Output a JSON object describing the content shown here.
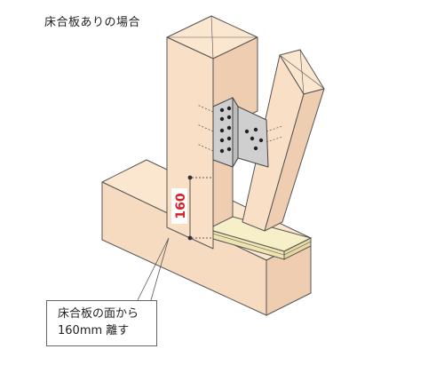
{
  "title": "床合板ありの場合",
  "dimension": {
    "value": "160",
    "color": "#d7202a"
  },
  "callout": {
    "line1": "床合板の面から",
    "line2": "160mm 離す"
  },
  "colors": {
    "wood": "#f8dfc5",
    "wood_dark": "#efcdb0",
    "plywood": "#f7efc8",
    "metal": "#cfcfcf",
    "outline": "#555555"
  }
}
